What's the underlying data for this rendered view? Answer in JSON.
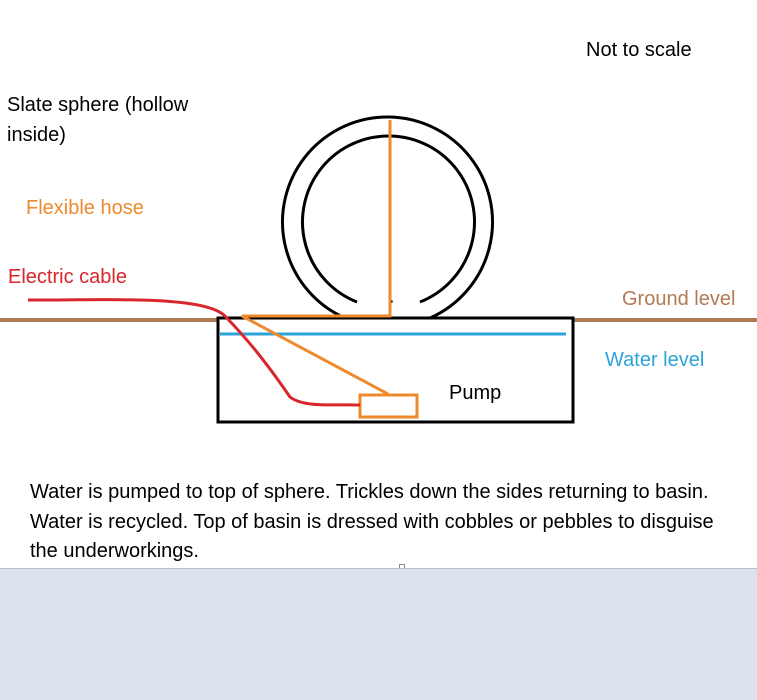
{
  "labels": {
    "not_to_scale": "Not to scale",
    "slate_sphere_line1": "Slate sphere (hollow",
    "slate_sphere_line2": "inside)",
    "flexible_hose": "Flexible hose",
    "electric_cable": "Electric cable",
    "ground_level": "Ground level",
    "water_level": "Water level",
    "pump": "Pump"
  },
  "description": "Water is pumped to top of sphere. Trickles down the sides returning to basin. Water is recycled. Top of basin is dressed with cobbles or pebbles to disguise the underworkings.",
  "colors": {
    "text": "#000000",
    "hose": "#ee8a2c",
    "cable": "#d8262c",
    "ground": "#b07a55",
    "water": "#2aa3d8",
    "outline": "#000000"
  }
}
